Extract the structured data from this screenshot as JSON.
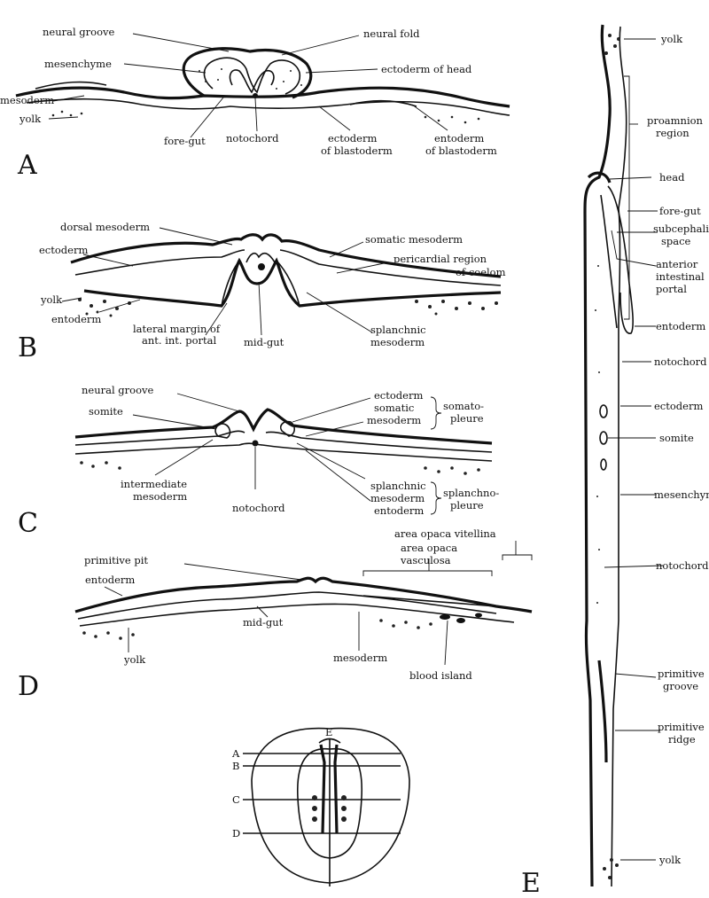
{
  "panels": {
    "A": {
      "letter": "A",
      "labels": {
        "neural_groove": "neural groove",
        "neural_fold": "neural fold",
        "mesenchyme": "mesenchyme",
        "ectoderm_of_head": "ectoderm of head",
        "mesoderm": "mesoderm",
        "yolk": "yolk",
        "fore_gut": "fore-gut",
        "notochord": "notochord",
        "ectoderm_of_blastoderm_1": "ectoderm",
        "ectoderm_of_blastoderm_2": "of blastoderm",
        "entoderm_of_blastoderm_1": "entoderm",
        "entoderm_of_blastoderm_2": "of blastoderm"
      }
    },
    "B": {
      "letter": "B",
      "labels": {
        "dorsal_mesoderm": "dorsal mesoderm",
        "ectoderm": "ectoderm",
        "somatic_mesoderm": "somatic mesoderm",
        "pericardial_1": "pericardial region",
        "pericardial_2": "of coelom",
        "yolk": "yolk",
        "entoderm": "entoderm",
        "lateral_1": "lateral margin of",
        "lateral_2": "ant. int. portal",
        "mid_gut": "mid-gut",
        "splanchnic_1": "splanchnic",
        "splanchnic_2": "mesoderm"
      }
    },
    "C": {
      "letter": "C",
      "labels": {
        "neural_groove": "neural groove",
        "somite": "somite",
        "ectoderm": "ectoderm",
        "somatic": "somatic",
        "mesoderm_top": "mesoderm",
        "somatopleure_1": "somato-",
        "somatopleure_2": "pleure",
        "intermediate_1": "intermediate",
        "intermediate_2": "mesoderm",
        "notochord": "notochord",
        "splanchnic": "splanchnic",
        "mesoderm_bottom": "mesoderm",
        "entoderm": "entoderm",
        "splanchnopleure_1": "splanchno-",
        "splanchnopleure_2": "pleure"
      }
    },
    "D": {
      "letter": "D",
      "labels": {
        "area_opaca_vitellina": "area opaca vitellina",
        "primitive_pit": "primitive pit",
        "area_opaca_vasculosa_1": "area opaca",
        "area_opaca_vasculosa_2": "vasculosa",
        "entoderm": "entoderm",
        "mid_gut": "mid-gut",
        "yolk": "yolk",
        "mesoderm": "mesoderm",
        "blood_island": "blood island"
      }
    },
    "key": {
      "E": "E",
      "A": "A",
      "B": "B",
      "C": "C",
      "D": "D"
    },
    "E": {
      "letter": "E",
      "labels": {
        "yolk_top": "yolk",
        "proamnion_1": "proamnion",
        "proamnion_2": "region",
        "head": "head",
        "fore_gut": "fore-gut",
        "subcephalic_1": "subcephalic",
        "subcephalic_2": "space",
        "anterior_1": "anterior",
        "anterior_2": "intestinal",
        "anterior_3": "portal",
        "entoderm": "entoderm",
        "notochord_1": "notochord",
        "ectoderm": "ectoderm",
        "somite": "somite",
        "mesenchyme": "mesenchyme",
        "notochord_2": "notochord",
        "primitive_groove_1": "primitive",
        "primitive_groove_2": "groove",
        "primitive_ridge_1": "primitive",
        "primitive_ridge_2": "ridge",
        "yolk_bottom": "yolk"
      }
    }
  }
}
